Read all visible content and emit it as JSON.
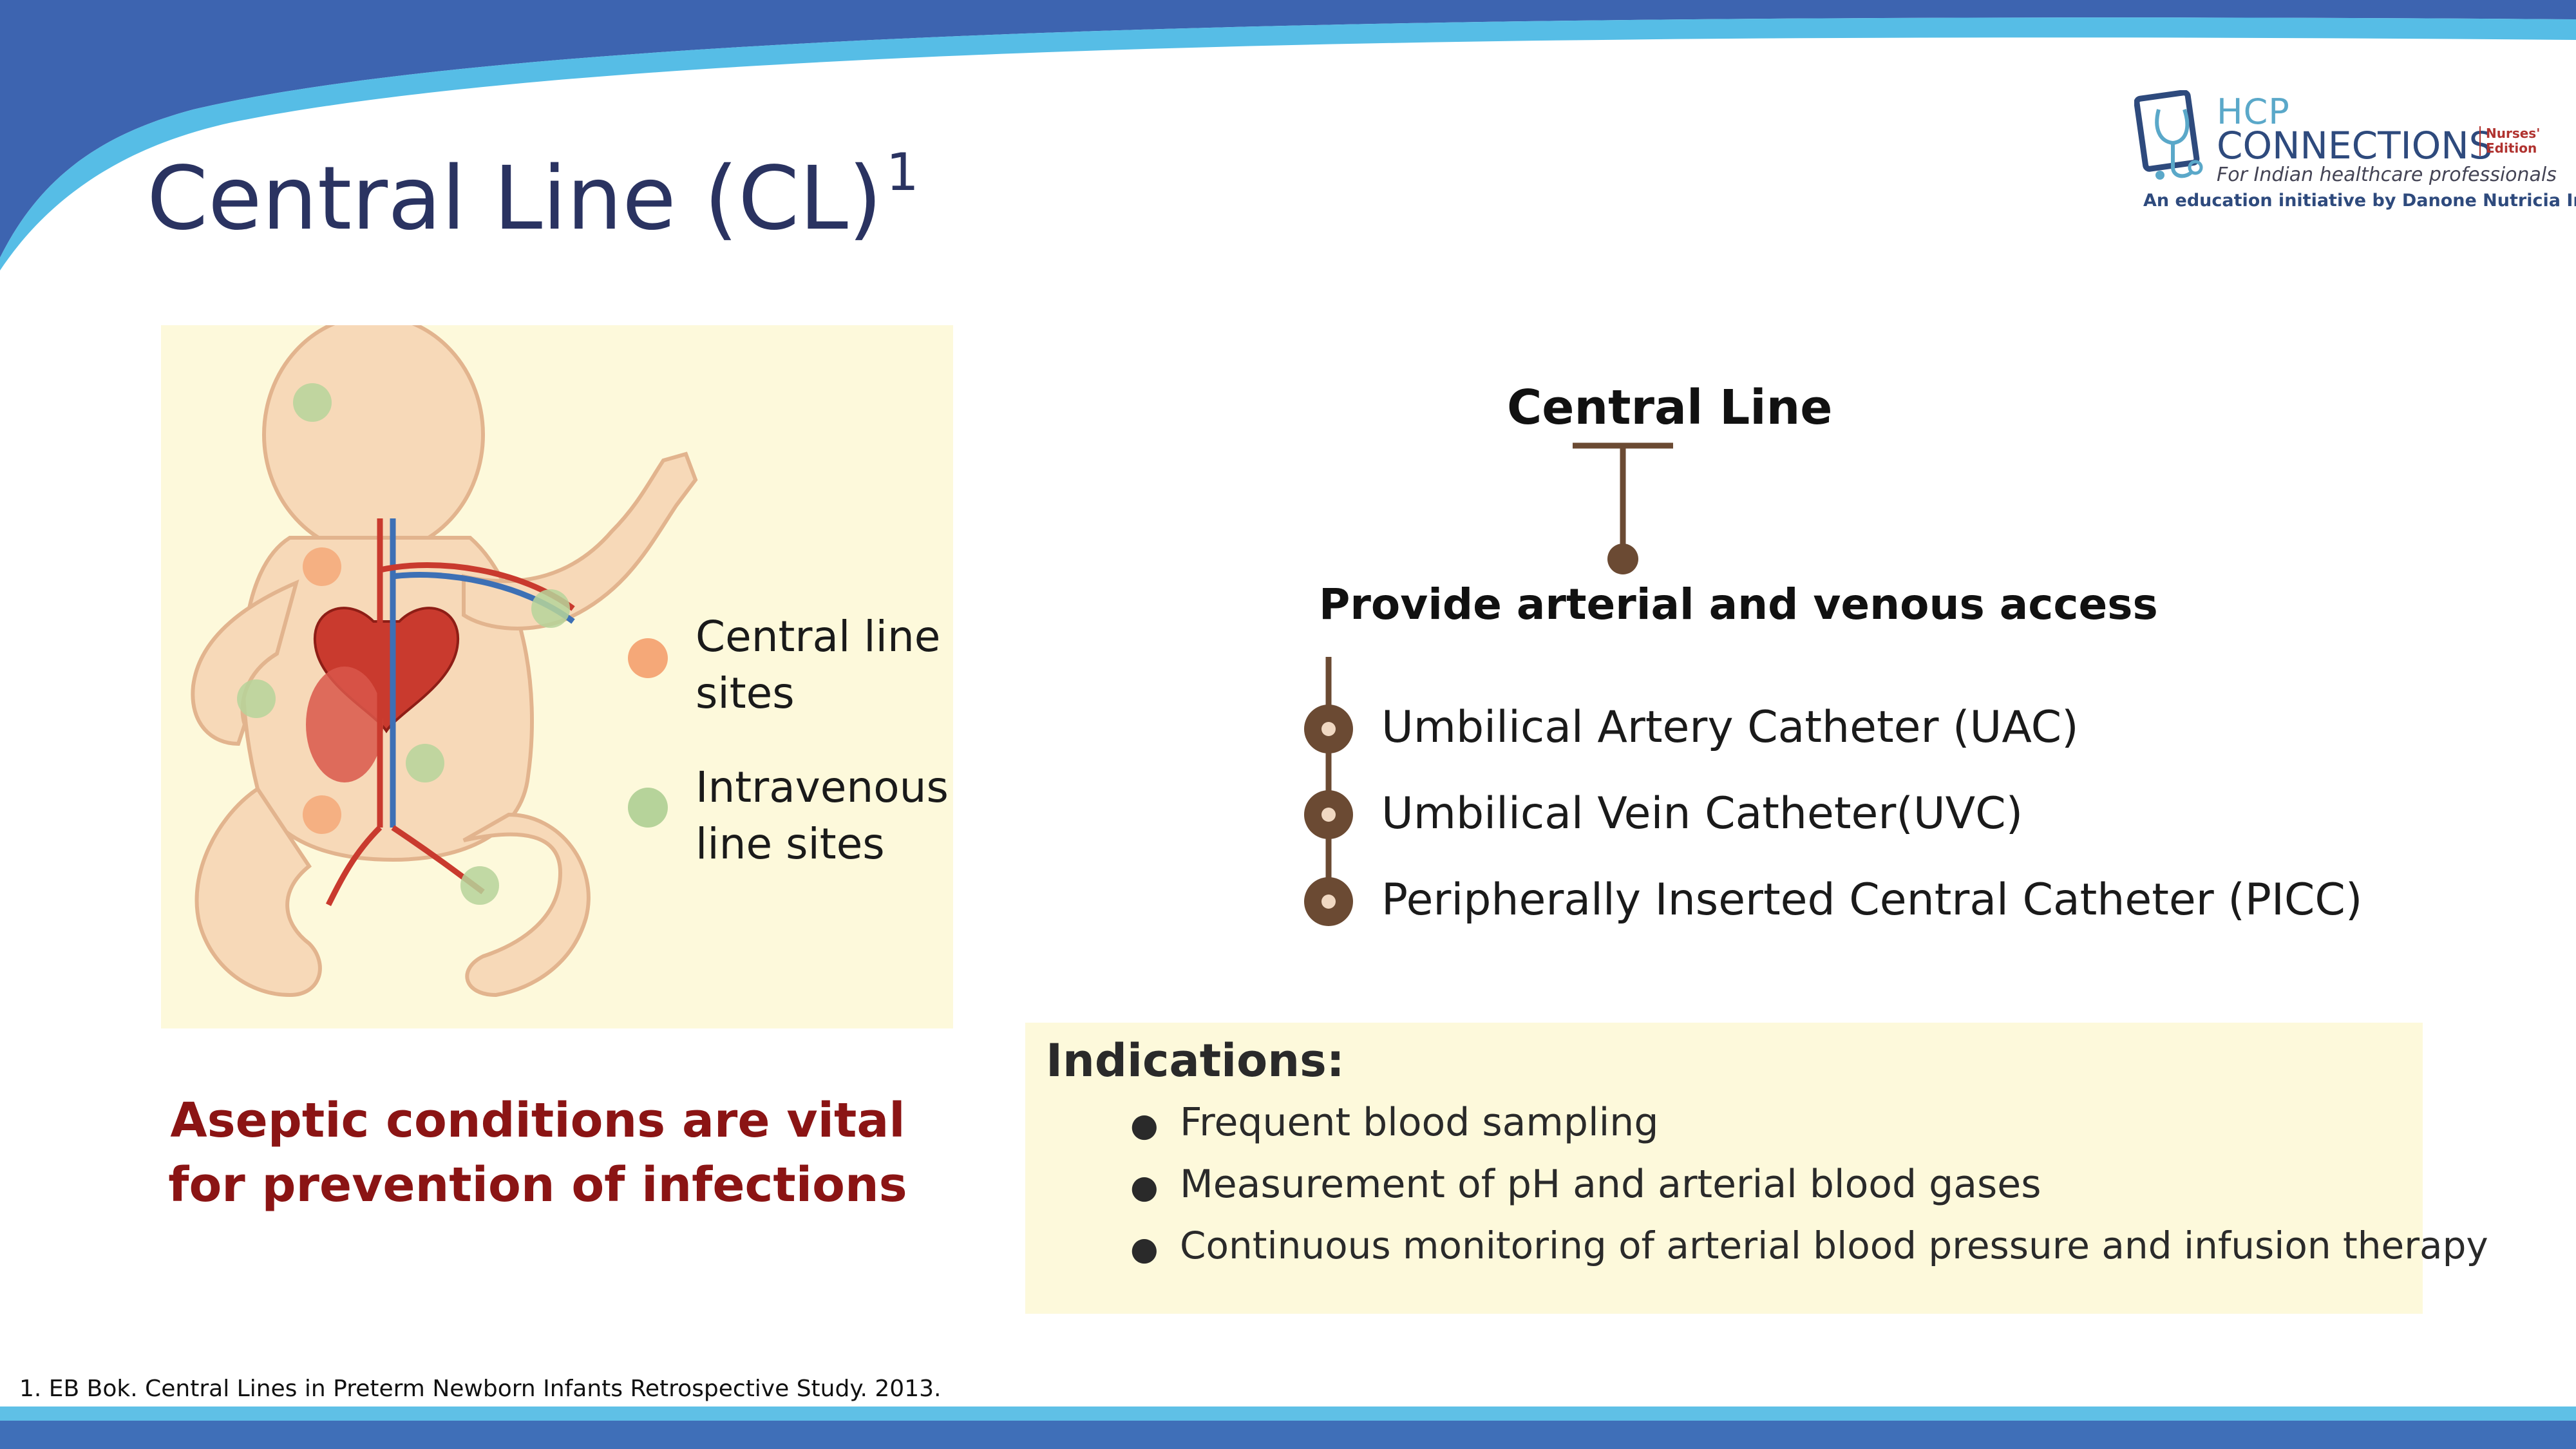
{
  "header": {
    "title": "Central Line (CL)",
    "title_superscript": "1"
  },
  "logo": {
    "line1": "HCP",
    "line2": "CONNECTIONS",
    "edition": "Nurses' Edition",
    "tagline": "For Indian healthcare professionals",
    "initiative": "An education initiative by Danone Nutricia India"
  },
  "illustration": {
    "legend": [
      {
        "label": "Central line sites",
        "color": "#f5a878"
      },
      {
        "label": "Intravenous line sites",
        "color": "#b6d39a"
      }
    ]
  },
  "aseptic_note": "Aseptic conditions are vital for prevention of infections",
  "diagram": {
    "title": "Central Line",
    "access": "Provide arterial and venous access",
    "catheters": [
      "Umbilical Artery Catheter (UAC)",
      "Umbilical Vein Catheter(UVC)",
      "Peripherally Inserted Central Catheter (PICC)"
    ],
    "node_color": "#6b4a33"
  },
  "indications": {
    "title": "Indications:",
    "items": [
      "Frequent blood sampling",
      "Measurement of pH and arterial blood gases",
      "Continuous monitoring of arterial blood pressure and infusion therapy"
    ]
  },
  "footnote": "1. EB Bok. Central Lines in Preterm Newborn Infants Retrospective Study. 2013.",
  "colors": {
    "title": "#2a3361",
    "accent_red": "#8b1414",
    "panel_bg": "#fdf9db",
    "band_dark": "#3f6fb8",
    "band_light": "#5fc0e6"
  }
}
